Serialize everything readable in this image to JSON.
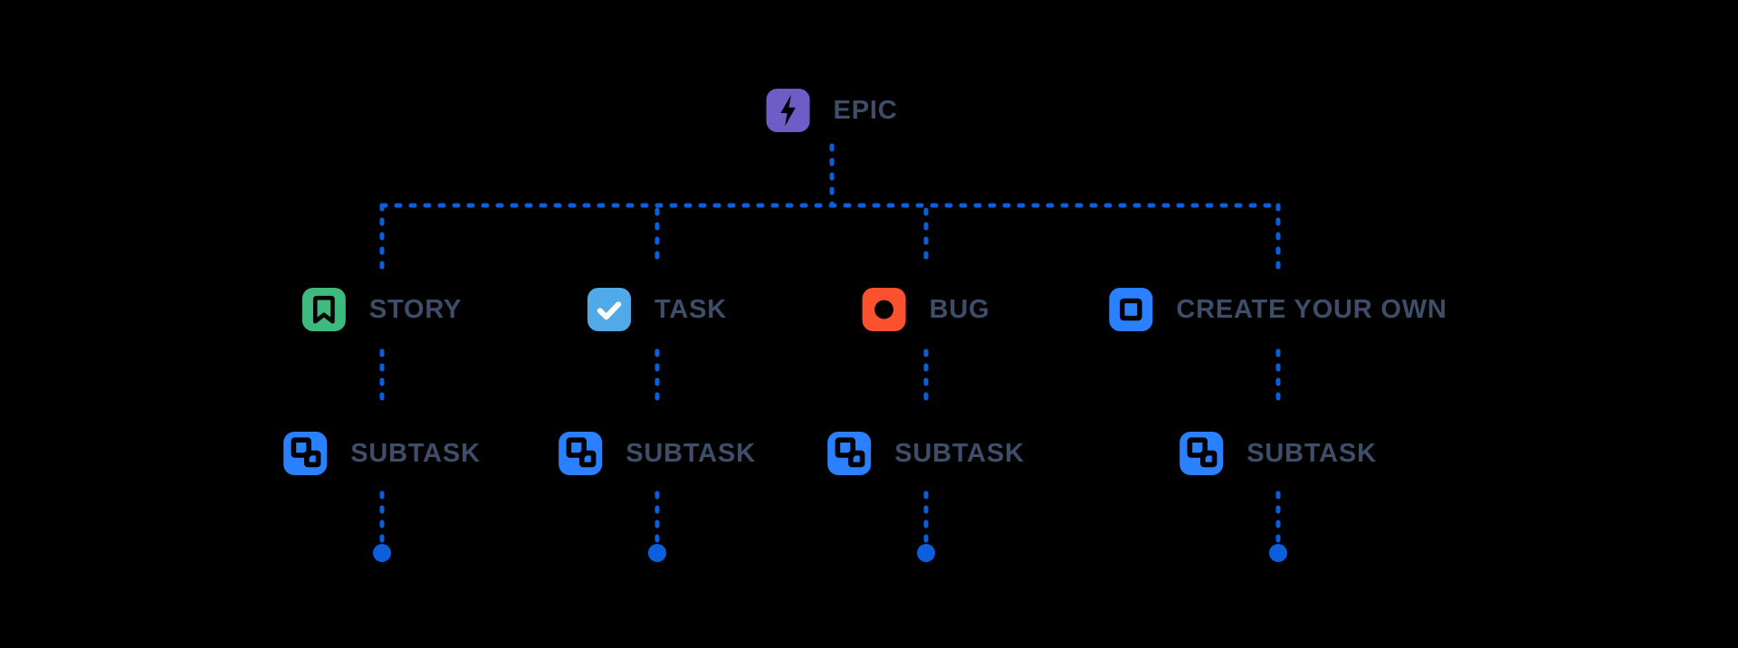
{
  "colors": {
    "background": "#000000",
    "connector": "#0B5FDC",
    "label_text": "#3F4E68",
    "epic": "#6E5DC6",
    "story": "#3EBA7F",
    "task": "#52A9E8",
    "task_check": "#FFFFFF",
    "bug": "#FC512E",
    "create": "#2A80FF",
    "subtask": "#2A80FF"
  },
  "hierarchy": {
    "root": {
      "label": "EPIC",
      "icon": "epic-lightning-icon"
    },
    "children": [
      {
        "label": "STORY",
        "icon": "story-bookmark-icon",
        "subtask_label": "SUBTASK"
      },
      {
        "label": "TASK",
        "icon": "task-checkmark-icon",
        "subtask_label": "SUBTASK"
      },
      {
        "label": "BUG",
        "icon": "bug-dot-icon",
        "subtask_label": "SUBTASK"
      },
      {
        "label": "CREATE YOUR OWN",
        "icon": "create-your-own-square-icon",
        "subtask_label": "SUBTASK"
      }
    ],
    "subtask_icon": "subtask-icon"
  }
}
